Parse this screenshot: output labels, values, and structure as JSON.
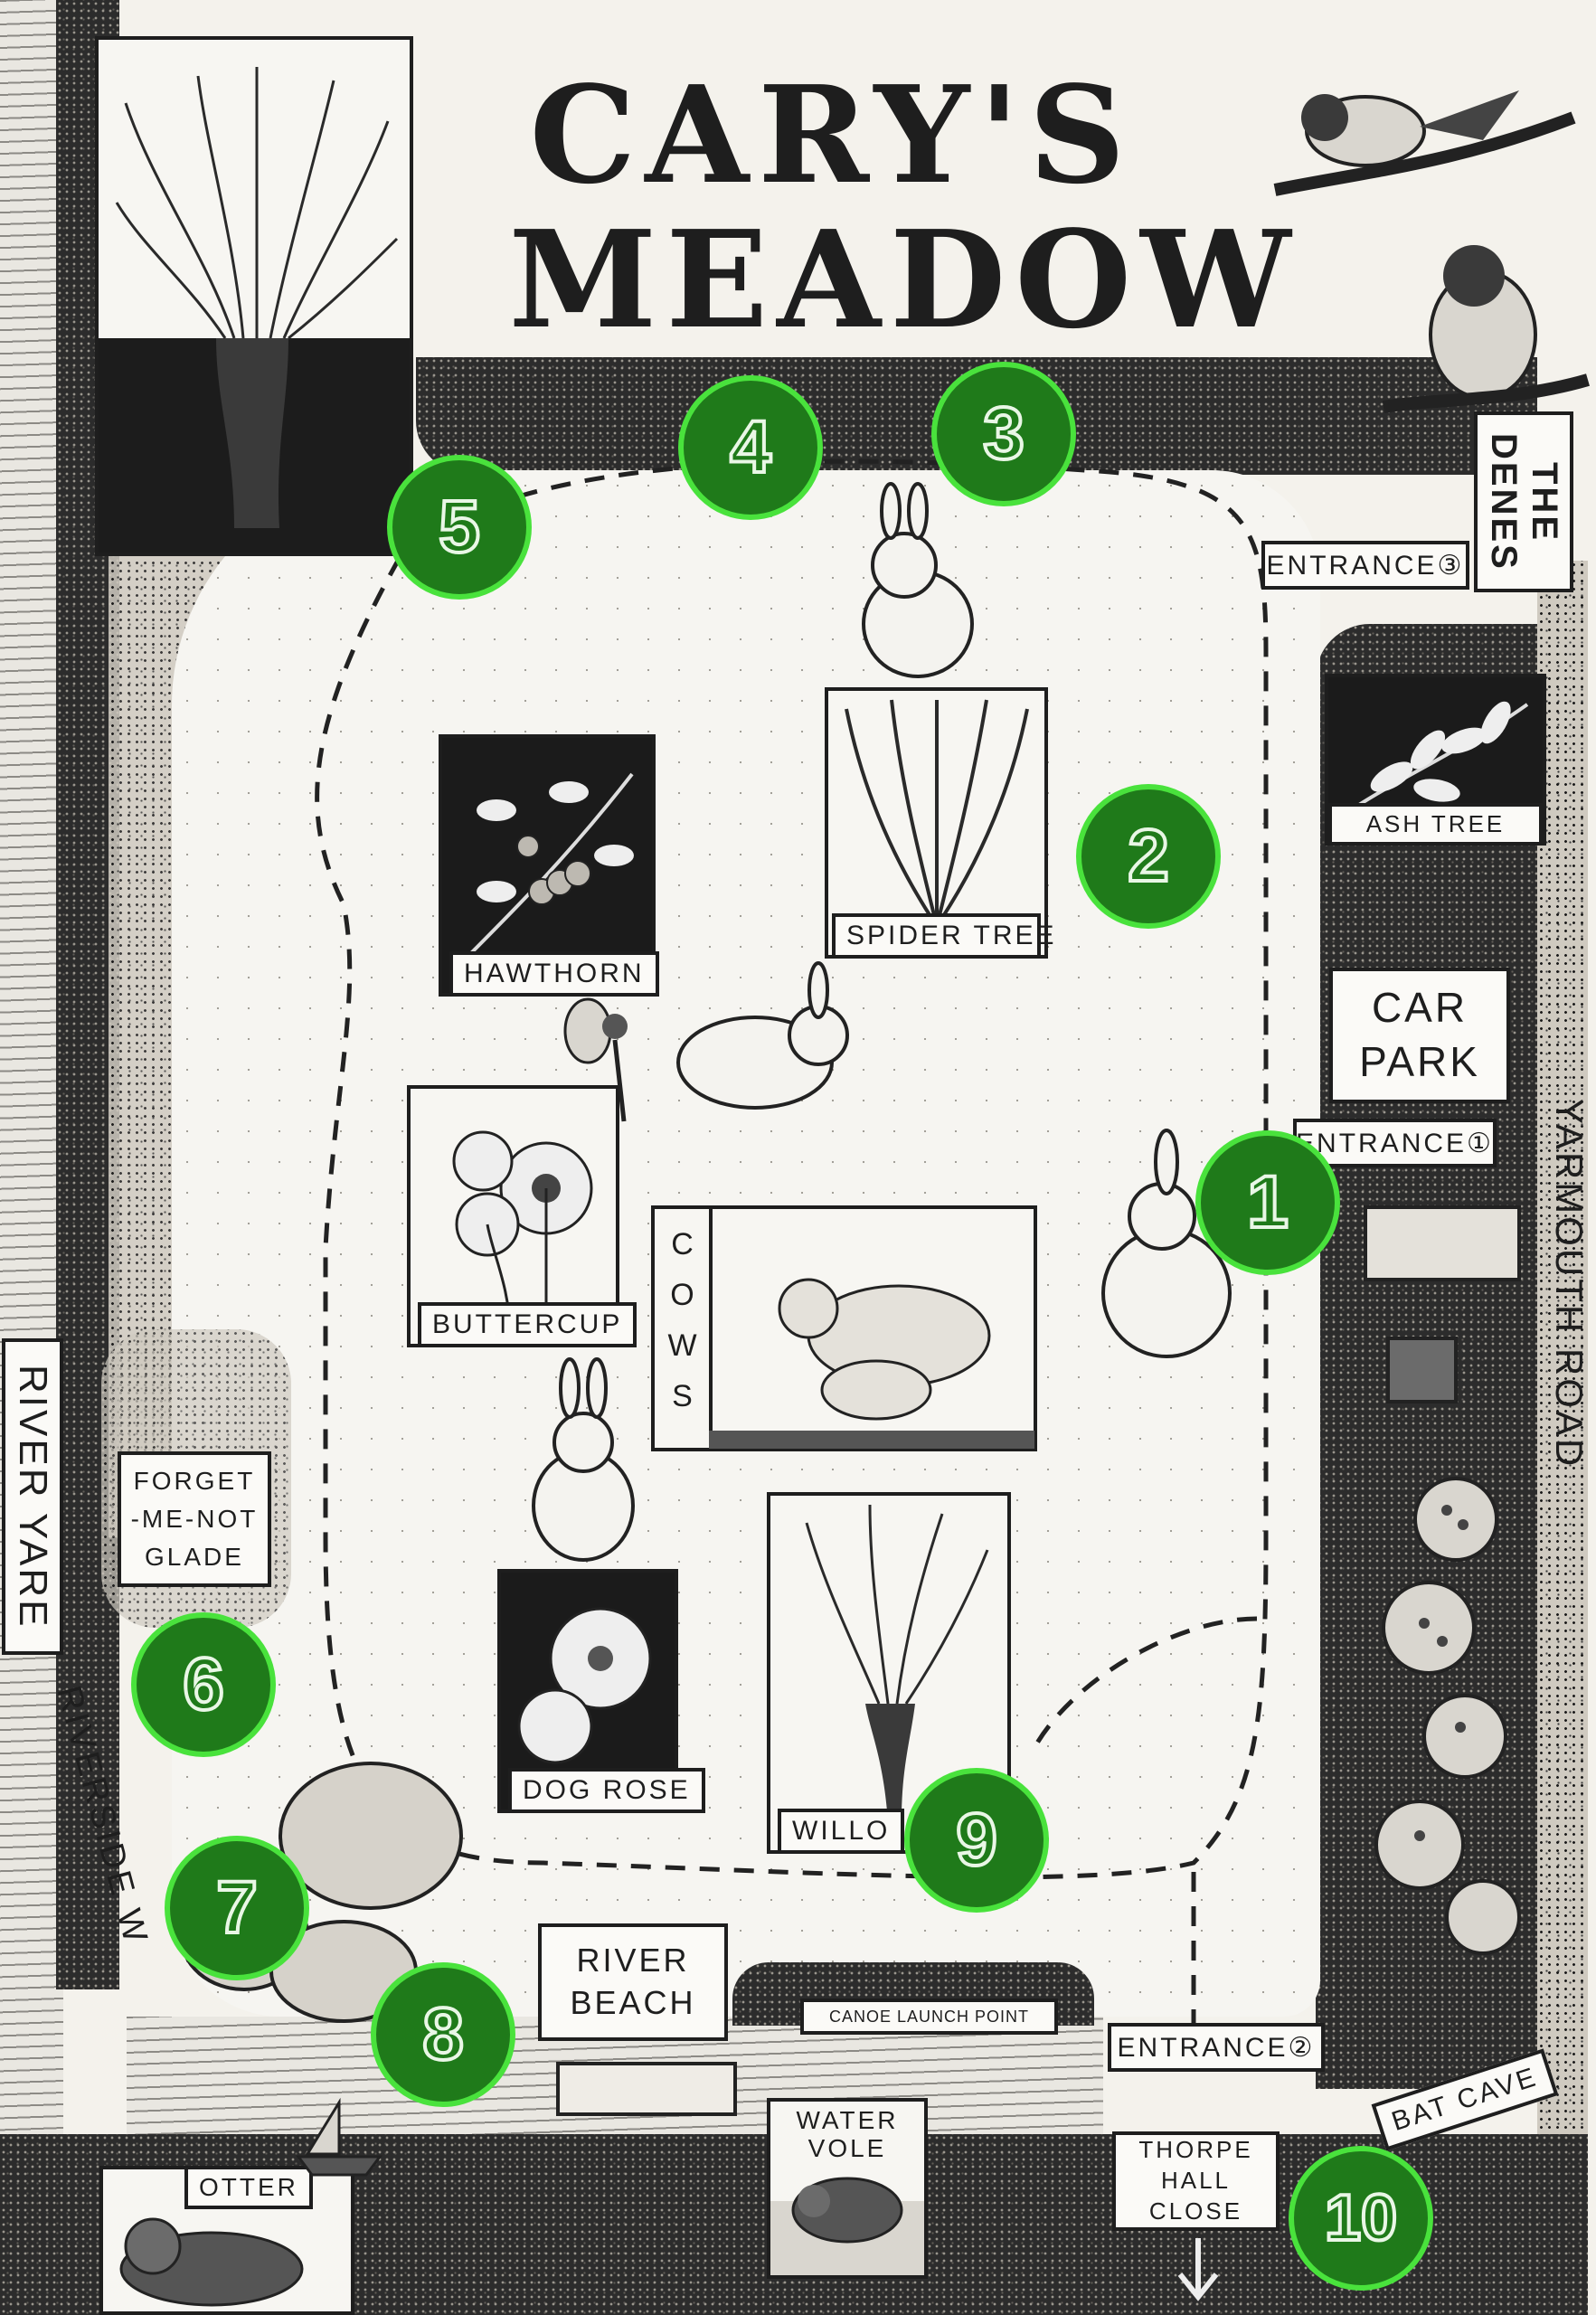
{
  "map": {
    "title_line1": "CARY'S",
    "title_line2": "MEADOW"
  },
  "places": {
    "the_denes": "THE DENES",
    "entrance_3": "ENTRANCE③",
    "ash_tree": "ASH TREE",
    "car_park": "CAR PARK",
    "entrance_1": "ENTRANCE①",
    "yarmouth_road": "YARMOUTH ROAD",
    "river_yare": "RIVER YARE",
    "forget_me_not_glade": "FORGET -ME-NOT GLADE",
    "riverside_walk": "RIVERSIDE W",
    "river_beach": "RIVER BEACH",
    "canoe_launch_point": "CANOE LAUNCH POINT",
    "entrance_2": "ENTRANCE②",
    "thorpe_hall_close": "THORPE HALL CLOSE",
    "bat_cave": "BAT CAVE"
  },
  "tiles": {
    "hawthorn": "HAWTHORN",
    "spider_tree": "SPIDER TREE",
    "buttercup": "BUTTERCUP",
    "cows": "COWS",
    "dog_rose": "DOG ROSE",
    "willow": "WILLO",
    "water_vole": "WATER VOLE",
    "otter": "OTTER"
  },
  "markers": [
    "1",
    "2",
    "3",
    "4",
    "5",
    "6",
    "7",
    "8",
    "9",
    "10"
  ],
  "colors": {
    "marker_fill": "#1f7a1a",
    "marker_ring": "#49e23c",
    "ink": "#1e1e1e",
    "paper": "#f4f2ec"
  }
}
